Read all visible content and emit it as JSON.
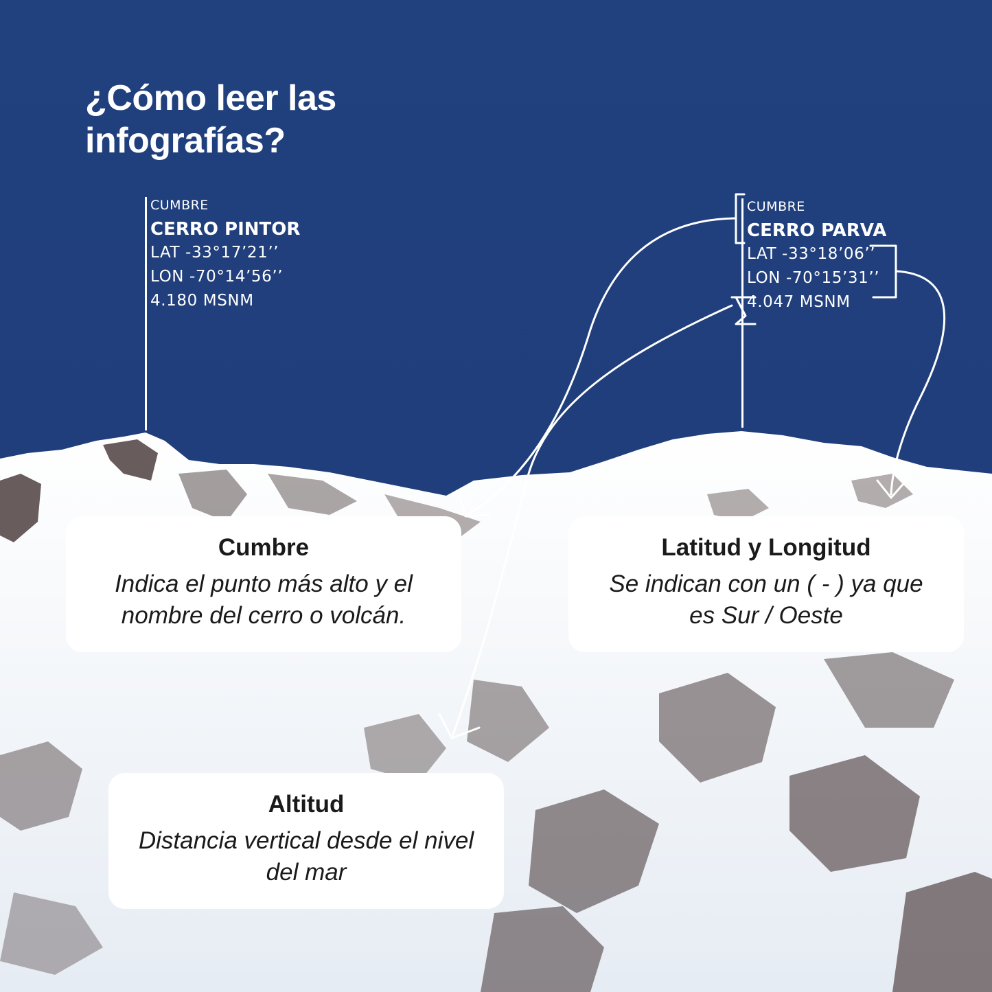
{
  "colors": {
    "sky": "#213f7c",
    "snow": "#f3f6fa",
    "rock": "#5a4a48",
    "line": "#ffffff"
  },
  "title": {
    "line1": "¿Cómo leer las",
    "line2": "infografías?"
  },
  "peaks": [
    {
      "kind": "CUMBRE",
      "name": "CERRO PINTOR",
      "lat": "LAT -33°17’21’’",
      "lon": "LON -70°14’56’’",
      "alt": "4.180 MSNM"
    },
    {
      "kind": "CUMBRE",
      "name": "CERRO PARVA",
      "lat": "LAT -33°18’06’’",
      "lon": "LON -70°15’31’’",
      "alt": "4.047 MSNM"
    }
  ],
  "cards": {
    "cumbre": {
      "title": "Cumbre",
      "desc": "Indica el punto más alto y el nombre del cerro o volcán."
    },
    "latlon": {
      "title": "Latitud y Longitud",
      "desc": "Se indican con un ( - ) ya que es Sur / Oeste"
    },
    "altitud": {
      "title": "Altitud",
      "desc": "Distancia vertical desde el nivel del mar"
    }
  }
}
